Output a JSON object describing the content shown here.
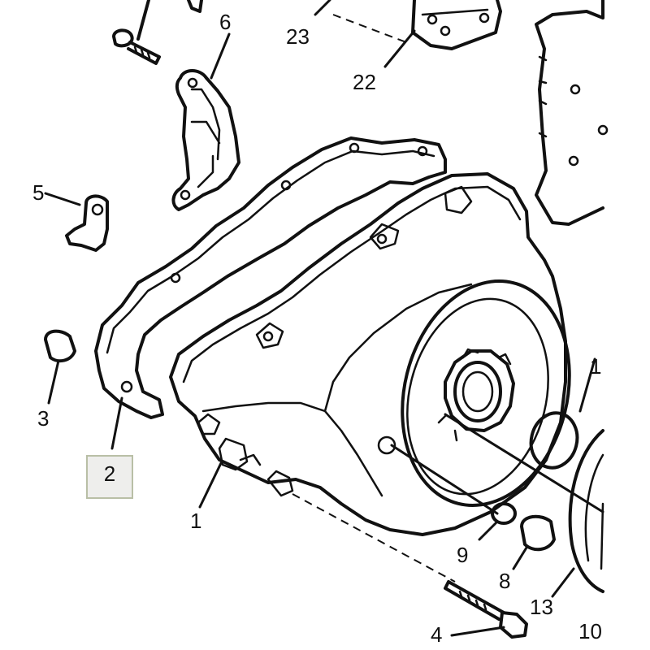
{
  "callouts": {
    "n23": "23",
    "n22": "22",
    "n6": "6",
    "n5": "5",
    "n3": "3",
    "n2": "2",
    "n1_left": "1",
    "n1_right": "1",
    "n9": "9",
    "n8": "8",
    "n13": "13",
    "n4": "4",
    "n10": "10"
  },
  "highlight": {
    "label": "2",
    "fill": "#eeeeec",
    "border": "#b9bfa6"
  }
}
